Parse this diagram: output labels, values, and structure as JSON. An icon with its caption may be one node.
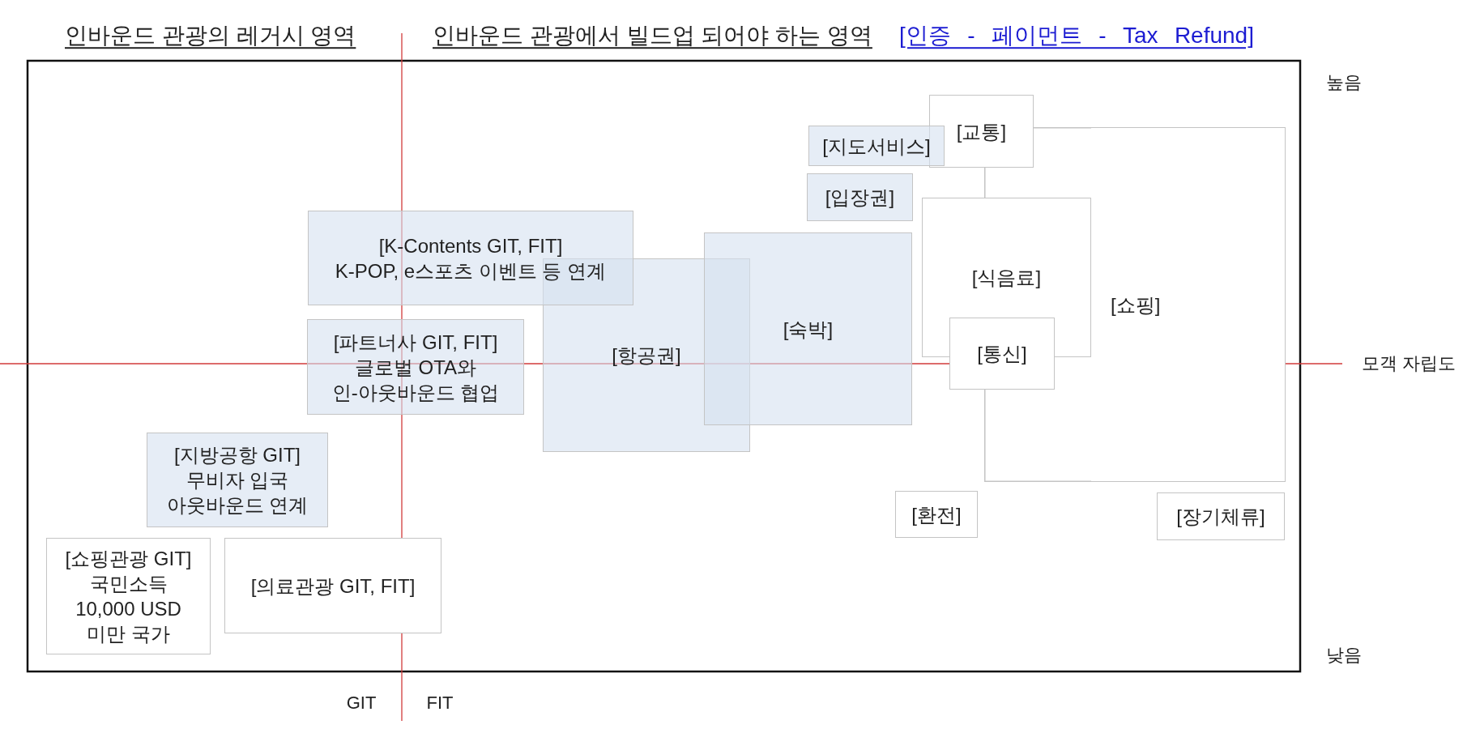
{
  "diagram": {
    "nodes": [
      {
        "text": [
          "[교통]"
        ]
      },
      {
        "text": [
          "[지도서비스]"
        ]
      },
      {
        "text": [
          "[쇼핑]"
        ]
      },
      {
        "text": [
          "[입장권]"
        ]
      },
      {
        "text": [
          "[식음료]"
        ]
      },
      {
        "text": [
          "[K-Contents GIT, FIT]",
          "K-POP, e스포츠 이벤트 등 연계"
        ]
      },
      {
        "text": [
          "[숙박]"
        ]
      },
      {
        "text": [
          "[항공권]"
        ]
      },
      {
        "text": [
          "[통신]"
        ]
      },
      {
        "text": [
          "[파트너사 GIT, FIT]",
          "글로벌 OTA와 인-아웃바운드 협업"
        ]
      },
      {
        "text": [
          "[지방공항 GIT]",
          "무비자 입국 아웃바운드 연계"
        ]
      },
      {
        "text": [
          "[환전]"
        ]
      },
      {
        "text": [
          "[장기체류]"
        ]
      },
      {
        "text": [
          "[쇼핑관광 GIT]",
          "국민소득 10,000 USD 미만 국가"
        ]
      },
      {
        "text": [
          "[의료관광 GIT, FIT]"
        ]
      }
    ],
    "labels": [
      "인바운드 관광의 레거시 영역",
      "인바운드 관광에서 빌드업 되어야 하는 영역",
      "[인증 - 페이먼트 - Tax Refund]",
      "높음",
      "모객 자립도",
      "낮음",
      "GIT",
      "FIT"
    ]
  }
}
